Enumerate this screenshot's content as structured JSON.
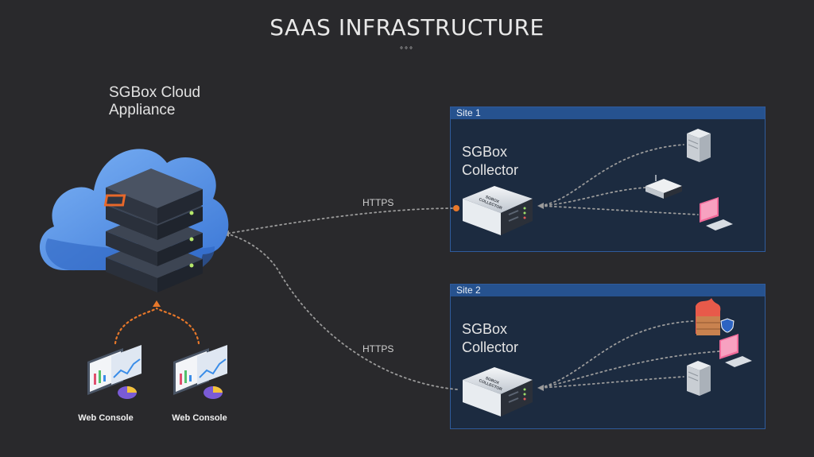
{
  "title": "SAAS INFRASTRUCTURE",
  "title_dots": "°°°",
  "cloud": {
    "label_line1": "SGBox Cloud",
    "label_line2": "Appliance",
    "logo_color": "#e8682a",
    "cloud_color": "#4f8ee8"
  },
  "connections": {
    "https_1": "HTTPS",
    "https_2": "HTTPS"
  },
  "sites": [
    {
      "header": "Site 1",
      "collector_line1": "SGBox",
      "collector_line2": "Collector",
      "device_caption": "SGBOX COLLECTOR",
      "devices": [
        "server-tower-icon",
        "network-router-icon",
        "desktop-computer-icon"
      ]
    },
    {
      "header": "Site 2",
      "collector_line1": "SGBox",
      "collector_line2": "Collector",
      "device_caption": "SGBOX COLLECTOR",
      "devices": [
        "firewall-icon",
        "desktop-computer-icon",
        "server-tower-icon"
      ]
    }
  ],
  "web_consoles": [
    {
      "label": "Web Console"
    },
    {
      "label": "Web Console"
    }
  ],
  "colors": {
    "background": "#29292c",
    "site_border": "#2f5b9c",
    "site_fill": "#1c2b40",
    "accent_orange": "#e8782a",
    "link_gray": "#9a9a9a"
  }
}
